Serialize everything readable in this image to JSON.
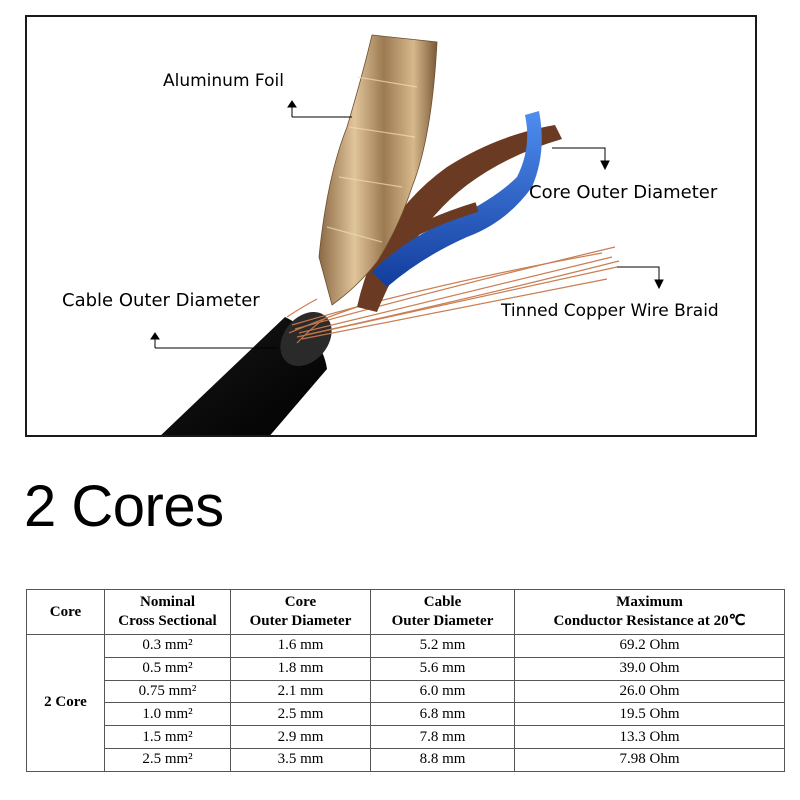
{
  "diagram": {
    "callouts": {
      "aluminum_foil": "Aluminum Foil",
      "core_outer_diameter": "Core Outer Diameter",
      "cable_outer_diameter": "Cable Outer Diameter",
      "tinned_copper_wire_braid": "Tinned Copper Wire Braid"
    },
    "colors": {
      "jacket": "#111111",
      "foil": "#b8956a",
      "blue_core": "#1f5fd6",
      "brown_core": "#6b3a22",
      "braid": "#c7784a"
    }
  },
  "heading": "2 Cores",
  "table": {
    "headers": [
      [
        "Core"
      ],
      [
        "Nominal",
        "Cross Sectional"
      ],
      [
        "Core",
        "Outer Diameter"
      ],
      [
        "Cable",
        "Outer Diameter"
      ],
      [
        "Maximum",
        "Conductor Resistance at 20℃"
      ]
    ],
    "group_label": "2 Core",
    "rows": [
      [
        "0.3 mm²",
        "1.6 mm",
        "5.2 mm",
        "69.2 Ohm"
      ],
      [
        "0.5 mm²",
        "1.8 mm",
        "5.6 mm",
        "39.0 Ohm"
      ],
      [
        "0.75 mm²",
        "2.1 mm",
        "6.0 mm",
        "26.0 Ohm"
      ],
      [
        "1.0 mm²",
        "2.5 mm",
        "6.8 mm",
        "19.5 Ohm"
      ],
      [
        "1.5 mm²",
        "2.9 mm",
        "7.8 mm",
        "13.3 Ohm"
      ],
      [
        "2.5 mm²",
        "3.5 mm",
        "8.8 mm",
        "7.98 Ohm"
      ]
    ]
  }
}
